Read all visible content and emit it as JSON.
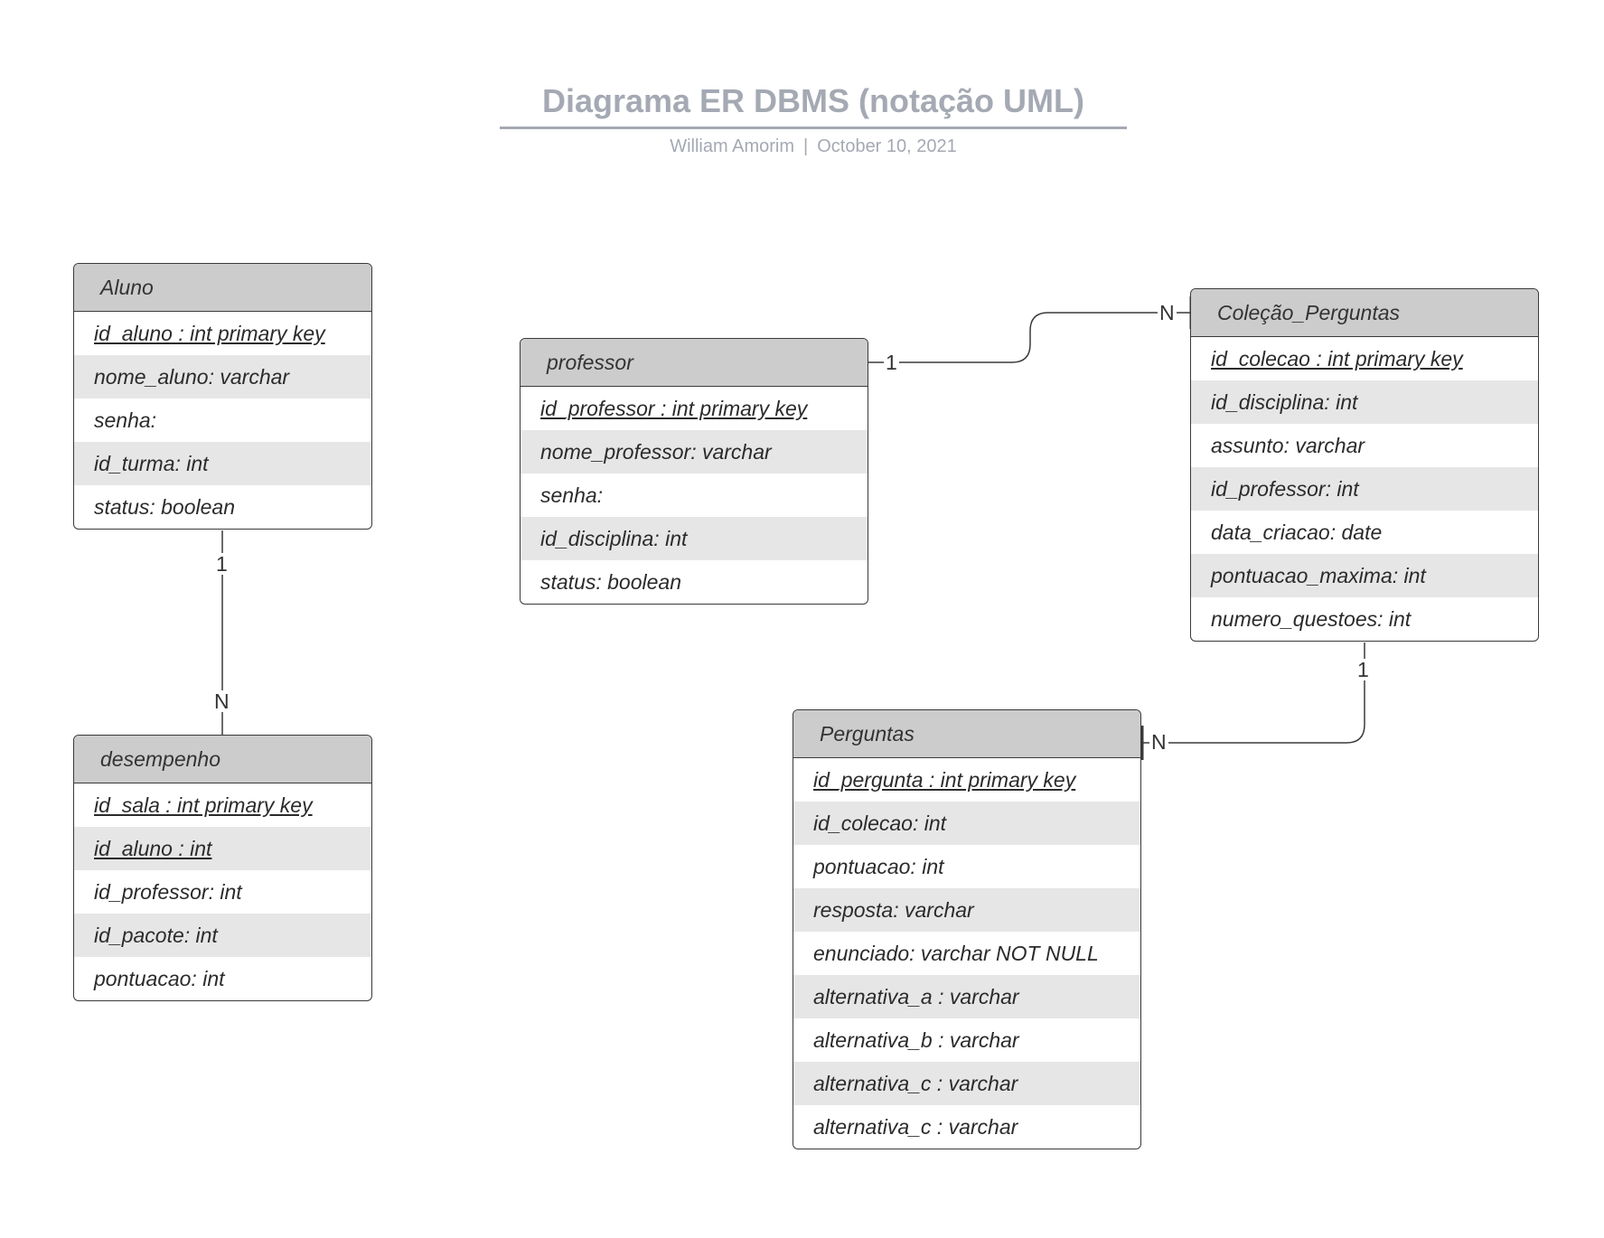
{
  "header": {
    "title": "Diagrama ER DBMS (notação UML)",
    "author": "William Amorim",
    "separator": "|",
    "date": "October 10, 2021"
  },
  "entities": {
    "aluno": {
      "name": "Aluno",
      "attributes": [
        {
          "text": "id_aluno : int primary key",
          "pk": true
        },
        {
          "text": "nome_aluno: varchar"
        },
        {
          "text": "senha:"
        },
        {
          "text": "id_turma: int"
        },
        {
          "text": "status: boolean"
        }
      ]
    },
    "desempenho": {
      "name": "desempenho",
      "attributes": [
        {
          "text": "id_sala : int primary key",
          "pk": true
        },
        {
          "text": "id_aluno : int",
          "pk": true
        },
        {
          "text": "id_professor: int"
        },
        {
          "text": "id_pacote: int"
        },
        {
          "text": "pontuacao: int"
        }
      ]
    },
    "professor": {
      "name": "professor",
      "attributes": [
        {
          "text": "id_professor : int primary key",
          "pk": true
        },
        {
          "text": "nome_professor: varchar"
        },
        {
          "text": "senha:"
        },
        {
          "text": "id_disciplina: int"
        },
        {
          "text": "status: boolean"
        }
      ]
    },
    "colecao": {
      "name": "Coleção_Perguntas",
      "attributes": [
        {
          "text": "id_colecao : int primary key",
          "pk": true
        },
        {
          "text": "id_disciplina: int"
        },
        {
          "text": "assunto: varchar"
        },
        {
          "text": "id_professor: int"
        },
        {
          "text": "data_criacao: date"
        },
        {
          "text": "pontuacao_maxima: int"
        },
        {
          "text": "numero_questoes: int"
        }
      ]
    },
    "perguntas": {
      "name": "Perguntas",
      "attributes": [
        {
          "text": "id_pergunta : int primary key",
          "pk": true
        },
        {
          "text": "id_colecao: int"
        },
        {
          "text": "pontuacao: int"
        },
        {
          "text": "resposta: varchar"
        },
        {
          "text": "enunciado: varchar NOT NULL"
        },
        {
          "text": "alternativa_a : varchar"
        },
        {
          "text": "alternativa_b : varchar"
        },
        {
          "text": "alternativa_c : varchar"
        },
        {
          "text": "alternativa_c : varchar"
        }
      ]
    }
  },
  "relationships": {
    "aluno_desempenho": {
      "from_card": "1",
      "to_card": "N"
    },
    "professor_colecao": {
      "from_card": "1",
      "to_card": "N"
    },
    "colecao_perguntas": {
      "from_card": "1",
      "to_card": "N"
    }
  },
  "colors": {
    "header_fill": "#cccccc",
    "alt_row_fill": "#e6e6e6",
    "border": "#3a3a3a",
    "title": "#a4a9b3"
  }
}
